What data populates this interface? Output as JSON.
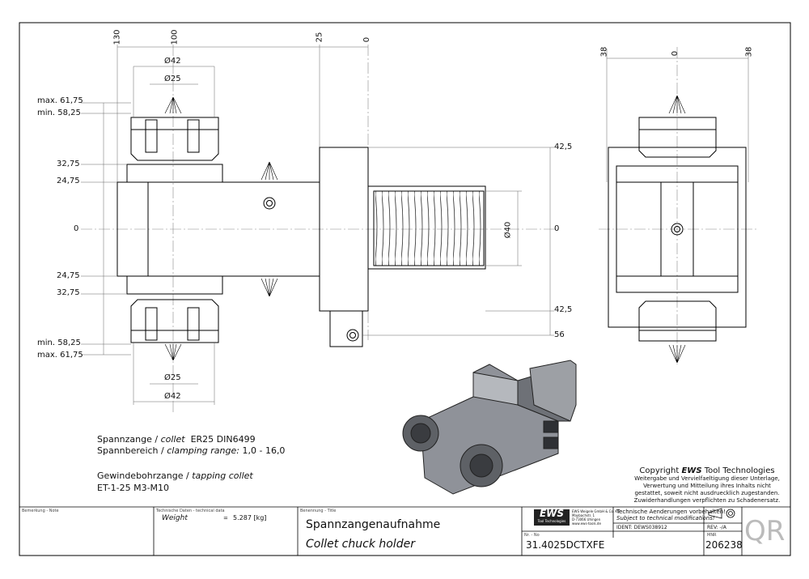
{
  "dims": {
    "top_130": "130",
    "top_100": "100",
    "top_25": "25",
    "top_0": "0",
    "right_38a": "38",
    "right_0": "0",
    "right_38b": "38",
    "dia42_top": "Ø42",
    "dia25_top": "Ø25",
    "dia25_bot": "Ø25",
    "dia42_bot": "Ø42",
    "dia40": "Ø40",
    "max_top": "max. 61,75",
    "min_top": "min. 58,25",
    "d3275_top": "32,75",
    "d2475_top": "24,75",
    "zero_left": "0",
    "d2475_bot": "24,75",
    "d3275_bot": "32,75",
    "min_bot": "min. 58,25",
    "max_bot": "max. 61,75",
    "r425_top": "42,5",
    "r0": "0",
    "r425_bot": "42,5",
    "r56": "56"
  },
  "notes": {
    "collet_de": "Spannzange /",
    "collet_en": "collet",
    "collet_val": "ER25   DIN6499",
    "range_de": "Spannbereich /",
    "range_en": "clamping range:",
    "range_val": "1,0 - 16,0",
    "tap_de": "Gewindebohrzange /",
    "tap_en": "tapping collet",
    "tap_val": "ET-1-25   M3-M10"
  },
  "copyright": {
    "title_prefix": "Copyright",
    "brand": "EWS",
    "title_suffix": "Tool Technologies",
    "l1": "Weitergabe und Vervielfaeltigung dieser Unterlage,",
    "l2": "Verwertung und Mitteilung ihres Inhalts nicht",
    "l3": "gestattet, soweit nicht ausdruecklich zugestanden.",
    "l4": "Zuwiderhandlungen verpflichten zu Schadenersatz."
  },
  "titleblock": {
    "remark_label": "Bemerkung - Note",
    "techdata_label": "Technische Daten - technical data",
    "weight_label": "Weight",
    "weight_eq": "=",
    "weight_val": "5.287 [kg]",
    "name_label": "Benennung - Title",
    "name_de": "Spannzangenaufnahme",
    "name_en": "Collet chuck holder",
    "logo": "EWS",
    "logo_sub": "Tool Technologies",
    "company_l1": "EWS Weigele GmbH & Co. KG",
    "company_l2": "Maybachstr. 1",
    "company_l3": "D-73066 Uhingen",
    "company_l4": "www.ews-tools.de",
    "tech_change_de": "Technische Aenderungen vorbehalten!",
    "tech_change_en": "Subject to technical modifications!",
    "ident": "IDENT: DEWS038912",
    "rev": "REV: -/A",
    "nr_label": "Nr. - No",
    "part_no": "31.4025DCTXFE",
    "mnr_label": "MNR",
    "mnr": "206238",
    "qr": "QR"
  }
}
